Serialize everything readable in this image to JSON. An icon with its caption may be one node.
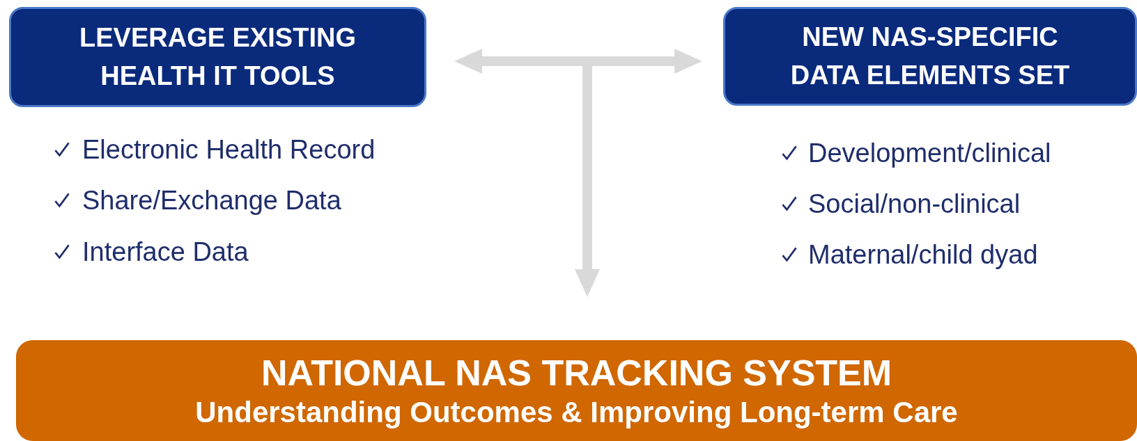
{
  "diagram": {
    "nodes": [
      {
        "text": [
          "LEVERAGE EXISTING HEALTH IT TOOLS"
        ],
        "beside": [
          "Electronic Health Record",
          "Share/Exchange Data",
          "Interface Data"
        ]
      },
      {
        "text": [
          "NEW NAS-SPECIFIC DATA ELEMENTS SET"
        ],
        "beside": [
          "Development/clinical",
          "Social/non-clinical",
          "Maternal/child dyad"
        ]
      },
      {
        "text": [
          "NATIONAL NAS TRACKING SYSTEM",
          "Understanding Outcomes & Improving Long-term Care"
        ]
      }
    ],
    "edges": [
      {
        "from": 0,
        "to": 1,
        "arrow": "both"
      },
      {
        "from": null,
        "to": 2,
        "arrow": "to"
      }
    ]
  }
}
